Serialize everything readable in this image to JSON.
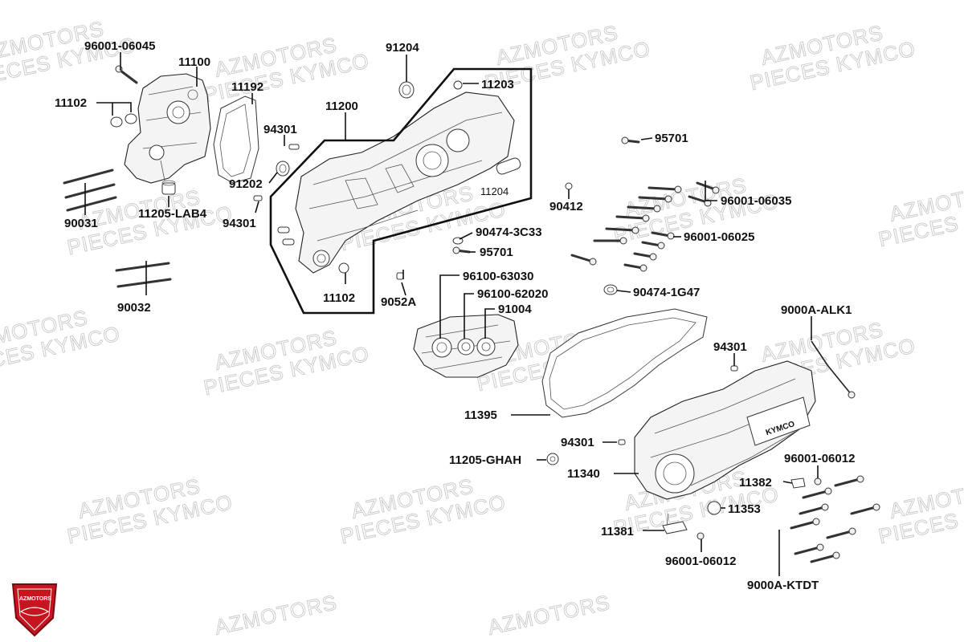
{
  "watermark": {
    "line1": "AZMOTORS",
    "line2": "PIECES KYMCO"
  },
  "logo": {
    "text": "AZMOTORS",
    "colors": {
      "primary": "#c8141e",
      "dark": "#7a0a10",
      "text": "#ffffff"
    }
  },
  "case_brand": "KYMCO",
  "labels": {
    "p_96001_06045": "96001-06045",
    "p_11100": "11100",
    "p_11192": "11192",
    "p_11102_top": "11102",
    "p_90031": "90031",
    "p_11205_lab4": "11205-LAB4",
    "p_90032": "90032",
    "p_91204": "91204",
    "p_11203": "11203",
    "p_11200": "11200",
    "p_94301_a": "94301",
    "p_91202": "91202",
    "p_94301_b": "94301",
    "p_11204": "11204",
    "p_11102_bottom": "11102",
    "p_95701_a": "95701",
    "p_90412": "90412",
    "p_96001_06035": "96001-06035",
    "p_90474_3c33": "90474-3C33",
    "p_95701_b": "95701",
    "p_96001_06025": "96001-06025",
    "p_96100_63030": "96100-63030",
    "p_96100_62020": "96100-62020",
    "p_91004": "91004",
    "p_9052a": "9052A",
    "p_90474_1g47": "90474-1G47",
    "p_9000a_alk1": "9000A-ALK1",
    "p_94301_c": "94301",
    "p_11395": "11395",
    "p_94301_d": "94301",
    "p_11205_ghah": "11205-GHAH",
    "p_11340": "11340",
    "p_96001_06012_a": "96001-06012",
    "p_11382": "11382",
    "p_11353": "11353",
    "p_11381": "11381",
    "p_96001_06012_b": "96001-06012",
    "p_9000a_ktdt": "9000A-KTDT"
  }
}
